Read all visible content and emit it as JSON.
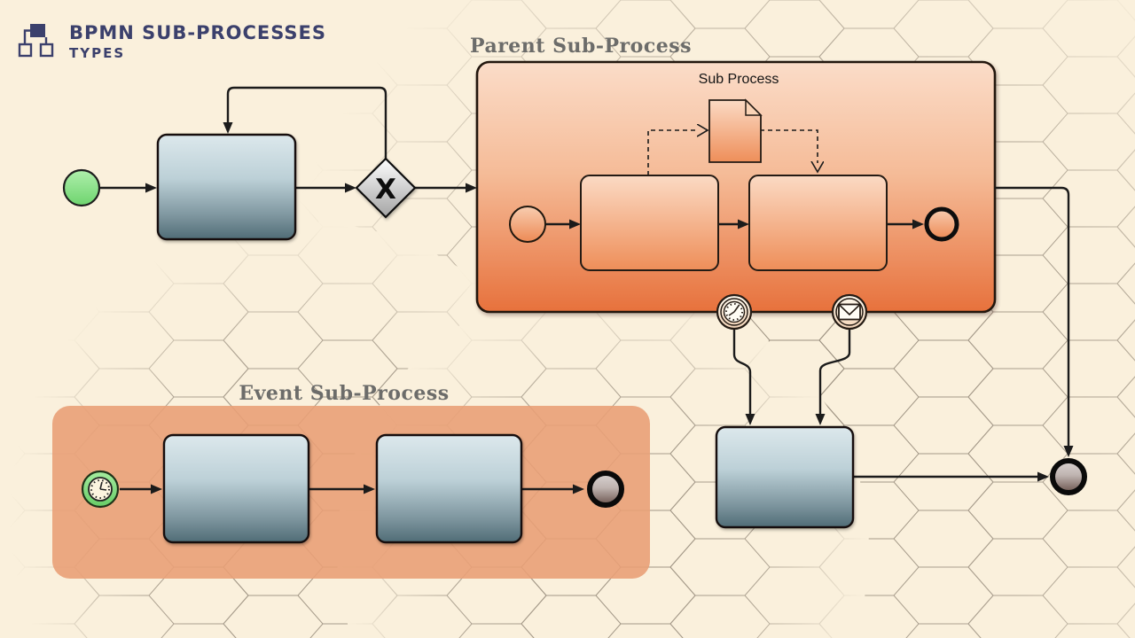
{
  "header": {
    "title": "BPMN SUB-PROCESSES",
    "subtitle": "TYPES"
  },
  "parent_subprocess": {
    "title": "Parent Sub-Process",
    "inner_label": "Sub Process"
  },
  "event_subprocess": {
    "title": "Event Sub-Process"
  },
  "gateway": {
    "label": "X"
  },
  "icons": {
    "logo": "org-chart-icon",
    "timer_boundary": "timer-clock-icon",
    "message_boundary": "message-envelope-icon",
    "timer_start": "timer-clock-icon",
    "document": "document-page-icon"
  },
  "colors": {
    "background": "#FAF0DC",
    "brand_navy": "#3B406C",
    "section_title_gray": "#6C6C6A",
    "event_container_orange": "#E9A077",
    "parent_gradient_top": "#FBDCC8",
    "parent_gradient_bottom": "#E7713C",
    "task_gradient_top": "#DCE8EC",
    "task_gradient_bottom": "#506C76",
    "start_event_green": "#74D874",
    "line_black": "#1B1B1B"
  }
}
